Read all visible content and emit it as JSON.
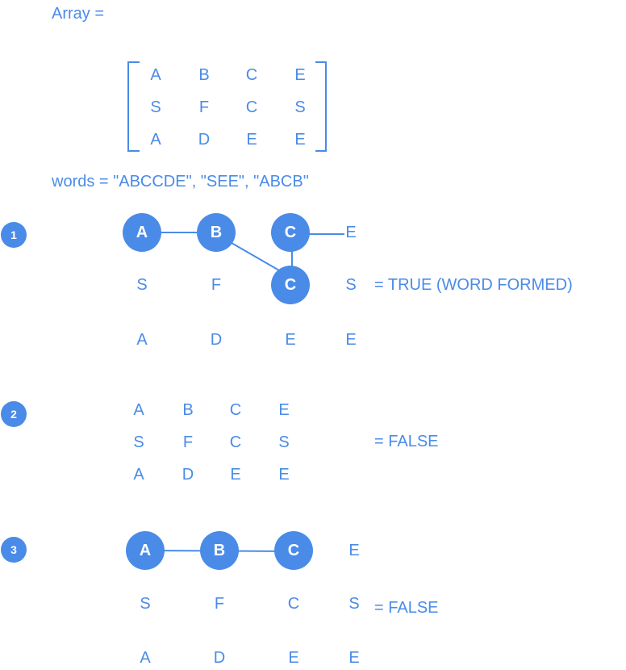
{
  "array_label": "Array =",
  "array": [
    [
      "A",
      "B",
      "C",
      "E"
    ],
    [
      "S",
      "F",
      "C",
      "S"
    ],
    [
      "A",
      "D",
      "E",
      "E"
    ]
  ],
  "words_label": "words = \"ABCCDE\", \"SEE\", \"ABCB\"",
  "examples": [
    {
      "number": "1",
      "result": "= TRUE (WORD FORMED)",
      "highlighted": [
        [
          0,
          0
        ],
        [
          0,
          1
        ],
        [
          0,
          2
        ],
        [
          1,
          2
        ]
      ]
    },
    {
      "number": "2",
      "result": "= FALSE",
      "highlighted": []
    },
    {
      "number": "3",
      "result": "= FALSE",
      "highlighted": [
        [
          0,
          0
        ],
        [
          0,
          1
        ],
        [
          0,
          2
        ]
      ]
    }
  ],
  "colors": {
    "accent": "#4a8be8"
  }
}
